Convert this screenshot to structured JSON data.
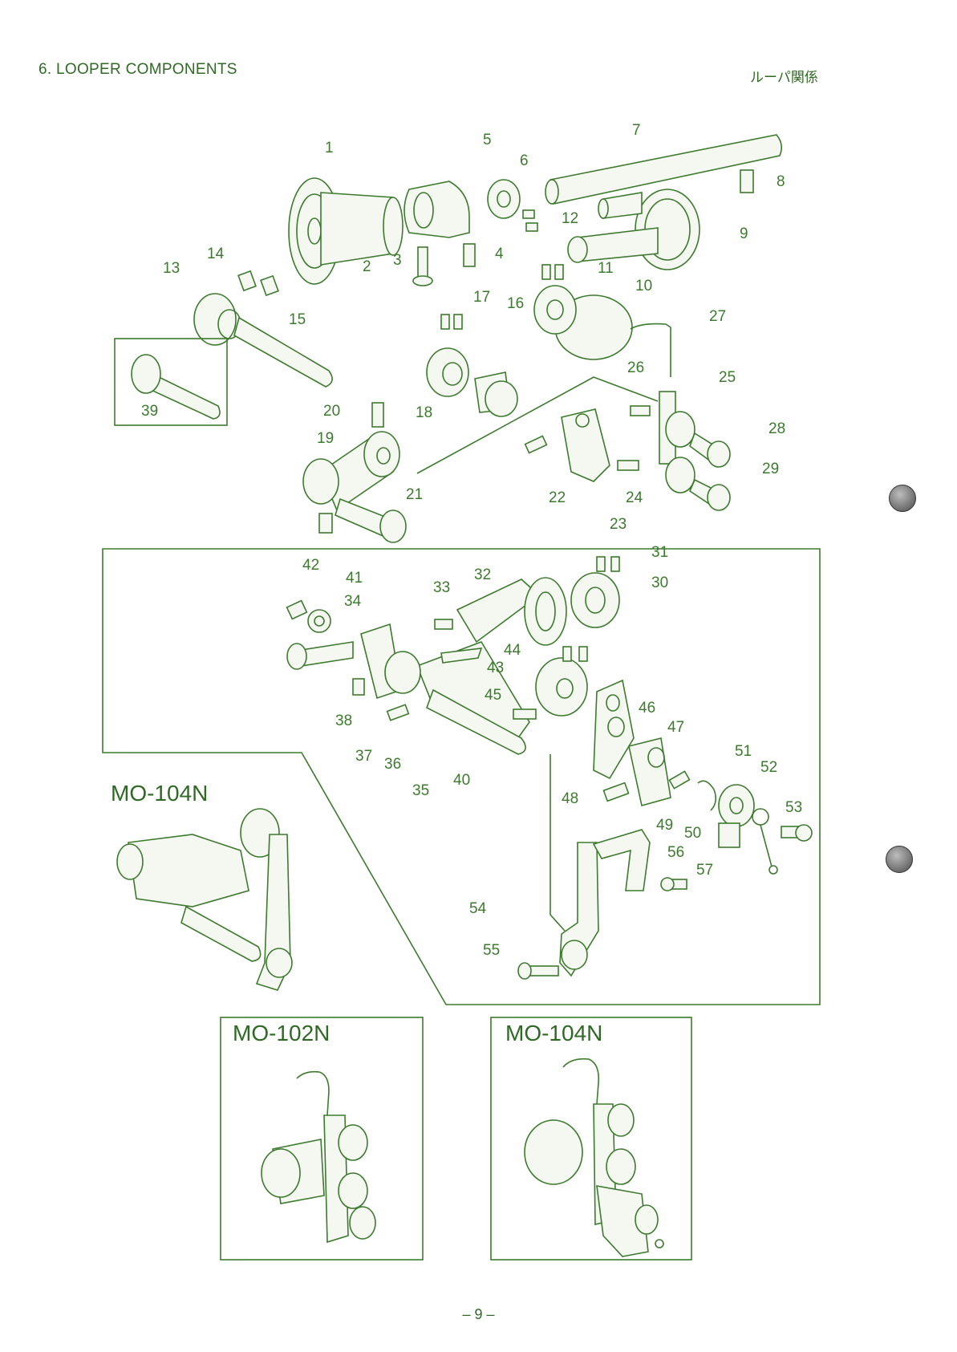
{
  "header": {
    "title": "6.  LOOPER COMPONENTS",
    "title_jp": "ルーパ関係"
  },
  "part_labels": [
    "1",
    "2",
    "3",
    "4",
    "5",
    "6",
    "7",
    "8",
    "9",
    "10",
    "11",
    "12",
    "13",
    "14",
    "15",
    "16",
    "17",
    "18",
    "19",
    "20",
    "21",
    "22",
    "23",
    "24",
    "25",
    "26",
    "27",
    "28",
    "29",
    "30",
    "31",
    "32",
    "33",
    "34",
    "35",
    "36",
    "37",
    "38",
    "39",
    "40",
    "41",
    "42",
    "43",
    "44",
    "45",
    "46",
    "47",
    "48",
    "49",
    "50",
    "51",
    "52",
    "53",
    "54",
    "55",
    "56",
    "57"
  ],
  "models": {
    "inset_left": "MO-104N",
    "bottom_left": "MO-102N",
    "bottom_right": "MO-104N"
  },
  "footer": {
    "page_number": "– 9 –"
  },
  "colors": {
    "ink": "#3d7a2e",
    "title": "#2f6a24",
    "paper": "#ffffff"
  }
}
